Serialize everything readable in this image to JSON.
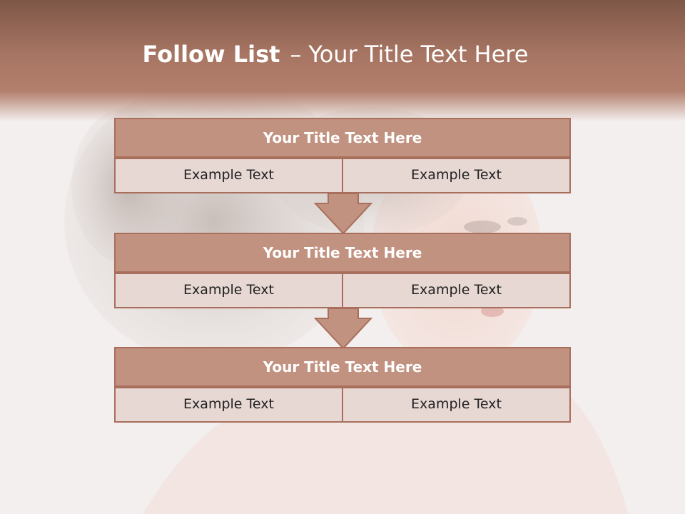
{
  "slide": {
    "title_bold": "Follow List",
    "title_dash": "–",
    "title_rest": "Your Title Text Here"
  },
  "blocks": [
    {
      "title": "Your Title Text Here",
      "left_text": "Example Text",
      "right_text": "Example Text"
    },
    {
      "title": "Your Title Text Here",
      "left_text": "Example Text",
      "right_text": "Example Text"
    },
    {
      "title": "Your Title Text Here",
      "left_text": "Example Text",
      "right_text": "Example Text"
    }
  ],
  "colors": {
    "header": "#a77563",
    "block_title_fill": "#c29280",
    "cell_fill": "#e8d8d3",
    "border": "#a86f5c"
  }
}
